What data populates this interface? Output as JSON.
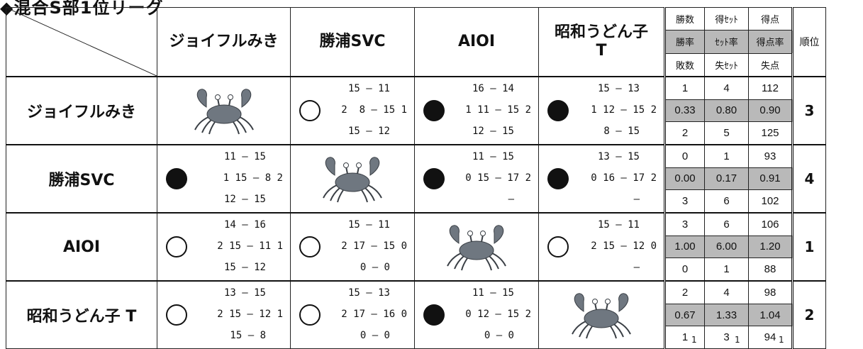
{
  "title": "◆混合S部1位リーグ",
  "teams": [
    "ジョイフルみき",
    "勝浦SVC",
    "AIOI",
    "昭和うどん子\nT"
  ],
  "row_teams": [
    "ジョイフルみき",
    "勝浦SVC",
    "AIOI",
    "昭和うどん子 T"
  ],
  "stat_headers": {
    "row1": [
      "勝数",
      "得ｾｯﾄ",
      "得点"
    ],
    "row2": [
      "勝率",
      "ｾｯﾄ率",
      "得点率"
    ],
    "row3": [
      "敗数",
      "失ｾｯﾄ",
      "失点"
    ],
    "rank": "順位"
  },
  "rows": [
    {
      "cells": [
        {
          "self": true
        },
        {
          "result": "win",
          "l1": "15 — 11",
          "l2": "2  8 — 15 1",
          "l3": "15 — 12"
        },
        {
          "result": "lose",
          "l1": "16 — 14",
          "l2": "1 11 — 15 2",
          "l3": "12 — 15"
        },
        {
          "result": "lose",
          "l1": "15 — 13",
          "l2": "1 12 — 15 2",
          "l3": "8 — 15"
        }
      ],
      "stats": {
        "wins": "1",
        "sets_won": "4",
        "points_for": "112",
        "win_rate": "0.33",
        "set_rate": "0.80",
        "point_rate": "0.90",
        "losses": "2",
        "sets_lost": "5",
        "points_against": "125"
      },
      "rank": "3"
    },
    {
      "cells": [
        {
          "result": "lose",
          "l1": "11 — 15",
          "l2": "1 15 — 8 2",
          "l3": "12 — 15"
        },
        {
          "self": true
        },
        {
          "result": "lose",
          "l1": "11 — 15",
          "l2": "0 15 — 17 2",
          "l3": "—"
        },
        {
          "result": "lose",
          "l1": "13 — 15",
          "l2": "0 16 — 17 2",
          "l3": "—"
        }
      ],
      "stats": {
        "wins": "0",
        "sets_won": "1",
        "points_for": "93",
        "win_rate": "0.00",
        "set_rate": "0.17",
        "point_rate": "0.91",
        "losses": "3",
        "sets_lost": "6",
        "points_against": "102"
      },
      "rank": "4"
    },
    {
      "cells": [
        {
          "result": "win",
          "l1": "14 — 16",
          "l2": "2 15 — 11 1",
          "l3": "15 — 12"
        },
        {
          "result": "win",
          "l1": "15 — 11",
          "l2": "2 17 — 15 0",
          "l3": "0 — 0"
        },
        {
          "self": true
        },
        {
          "result": "win",
          "l1": "15 — 11",
          "l2": "2 15 — 12 0",
          "l3": "—"
        }
      ],
      "stats": {
        "wins": "3",
        "sets_won": "6",
        "points_for": "106",
        "win_rate": "1.00",
        "set_rate": "6.00",
        "point_rate": "1.20",
        "losses": "0",
        "sets_lost": "1",
        "points_against": "88"
      },
      "rank": "1"
    },
    {
      "cells": [
        {
          "result": "win",
          "l1": "13 — 15",
          "l2": "2 15 — 12 1",
          "l3": "15 — 8"
        },
        {
          "result": "win",
          "l1": "15 — 13",
          "l2": "2 17 — 16 0",
          "l3": "0 — 0"
        },
        {
          "result": "lose",
          "l1": "11 — 15",
          "l2": "0 12 — 15 2",
          "l3": "0 — 0"
        },
        {
          "self": true
        }
      ],
      "stats": {
        "wins": "2",
        "sets_won": "4",
        "points_for": "98",
        "win_rate": "0.67",
        "set_rate": "1.33",
        "point_rate": "1.04",
        "losses": "1",
        "sets_lost": "3",
        "points_against": "94"
      },
      "rank": "2"
    }
  ],
  "footer": [
    "1",
    "1",
    "1"
  ],
  "icons": {
    "self_cell": "crab-icon",
    "win": "open-circle-icon",
    "lose": "filled-circle-icon"
  }
}
